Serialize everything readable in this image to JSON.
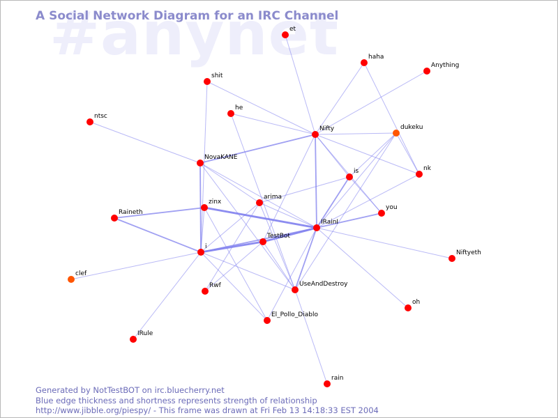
{
  "watermark": "#anynet",
  "title": "A Social Network Diagram for an IRC Channel",
  "footer": {
    "line1": "Generated by NotTestBOT on irc.bluecherry.net",
    "line2": "Blue edge thickness and shortness represents strength of relationship",
    "line3": "http://www.jibble.org/piespy/ - This frame was drawn at Fri Feb 13 14:18:33 EST 2004"
  },
  "colors": {
    "node": "#ff0000",
    "node_recent": "#ff5500",
    "edge": "#8080ee",
    "title": "#8b8bcc",
    "footer": "#6b6bb8",
    "watermark": "#eeeefb"
  },
  "nodes": [
    {
      "id": "et",
      "label": "et"
    },
    {
      "id": "haha",
      "label": "haha"
    },
    {
      "id": "Anything",
      "label": "Anything"
    },
    {
      "id": "shit",
      "label": "shit"
    },
    {
      "id": "he",
      "label": "he"
    },
    {
      "id": "ntsc",
      "label": "ntsc"
    },
    {
      "id": "Nifty",
      "label": "Nifty"
    },
    {
      "id": "dukeku",
      "label": "dukeku",
      "recent": true
    },
    {
      "id": "NovaKANE",
      "label": "NovaKANE"
    },
    {
      "id": "is",
      "label": "is"
    },
    {
      "id": "nk",
      "label": "nk"
    },
    {
      "id": "arima",
      "label": "arima"
    },
    {
      "id": "zinx",
      "label": "zinx"
    },
    {
      "id": "Raineth",
      "label": "Raineth"
    },
    {
      "id": "you",
      "label": "you"
    },
    {
      "id": "IRainI",
      "label": "IRainI"
    },
    {
      "id": "TestBot",
      "label": "TestBot"
    },
    {
      "id": "i",
      "label": "i"
    },
    {
      "id": "Niftyeth",
      "label": "Niftyeth"
    },
    {
      "id": "clef",
      "label": "clef",
      "recent": true
    },
    {
      "id": "Rwf",
      "label": "Rwf"
    },
    {
      "id": "UseAndDestroy",
      "label": "UseAndDestroy"
    },
    {
      "id": "oh",
      "label": "oh"
    },
    {
      "id": "El_Pollo_Diablo",
      "label": "El_Pollo_Diablo"
    },
    {
      "id": "IRule",
      "label": "IRule"
    },
    {
      "id": "rain",
      "label": "rain"
    }
  ],
  "edges": [
    {
      "source": "et",
      "target": "Nifty",
      "weight": 1
    },
    {
      "source": "haha",
      "target": "Nifty",
      "weight": 1
    },
    {
      "source": "haha",
      "target": "nk",
      "weight": 1
    },
    {
      "source": "Anything",
      "target": "Nifty",
      "weight": 1
    },
    {
      "source": "shit",
      "target": "Nifty",
      "weight": 1
    },
    {
      "source": "shit",
      "target": "i",
      "weight": 1
    },
    {
      "source": "he",
      "target": "Nifty",
      "weight": 1
    },
    {
      "source": "he",
      "target": "UseAndDestroy",
      "weight": 1
    },
    {
      "source": "ntsc",
      "target": "NovaKANE",
      "weight": 1
    },
    {
      "source": "Nifty",
      "target": "NovaKANE",
      "weight": 2
    },
    {
      "source": "Nifty",
      "target": "dukeku",
      "weight": 1
    },
    {
      "source": "Nifty",
      "target": "is",
      "weight": 1
    },
    {
      "source": "Nifty",
      "target": "nk",
      "weight": 1
    },
    {
      "source": "Nifty",
      "target": "IRainI",
      "weight": 2
    },
    {
      "source": "Nifty",
      "target": "TestBot",
      "weight": 1
    },
    {
      "source": "Nifty",
      "target": "you",
      "weight": 1
    },
    {
      "source": "dukeku",
      "target": "nk",
      "weight": 1
    },
    {
      "source": "dukeku",
      "target": "is",
      "weight": 1
    },
    {
      "source": "dukeku",
      "target": "IRainI",
      "weight": 1
    },
    {
      "source": "dukeku",
      "target": "UseAndDestroy",
      "weight": 1
    },
    {
      "source": "NovaKANE",
      "target": "i",
      "weight": 2
    },
    {
      "source": "NovaKANE",
      "target": "arima",
      "weight": 1
    },
    {
      "source": "NovaKANE",
      "target": "UseAndDestroy",
      "weight": 1
    },
    {
      "source": "NovaKANE",
      "target": "IRainI",
      "weight": 1
    },
    {
      "source": "is",
      "target": "arima",
      "weight": 1
    },
    {
      "source": "is",
      "target": "IRainI",
      "weight": 2
    },
    {
      "source": "is",
      "target": "you",
      "weight": 1
    },
    {
      "source": "nk",
      "target": "IRainI",
      "weight": 1
    },
    {
      "source": "arima",
      "target": "i",
      "weight": 1
    },
    {
      "source": "arima",
      "target": "UseAndDestroy",
      "weight": 1
    },
    {
      "source": "arima",
      "target": "Rwf",
      "weight": 1
    },
    {
      "source": "zinx",
      "target": "IRainI",
      "weight": 3
    },
    {
      "source": "zinx",
      "target": "i",
      "weight": 1
    },
    {
      "source": "zinx",
      "target": "El_Pollo_Diablo",
      "weight": 1
    },
    {
      "source": "Raineth",
      "target": "i",
      "weight": 2
    },
    {
      "source": "Raineth",
      "target": "zinx",
      "weight": 2
    },
    {
      "source": "you",
      "target": "IRainI",
      "weight": 2
    },
    {
      "source": "IRainI",
      "target": "TestBot",
      "weight": 3
    },
    {
      "source": "IRainI",
      "target": "i",
      "weight": 2
    },
    {
      "source": "IRainI",
      "target": "UseAndDestroy",
      "weight": 2
    },
    {
      "source": "IRainI",
      "target": "Niftyeth",
      "weight": 1
    },
    {
      "source": "IRainI",
      "target": "oh",
      "weight": 1
    },
    {
      "source": "IRainI",
      "target": "El_Pollo_Diablo",
      "weight": 1
    },
    {
      "source": "IRainI",
      "target": "arima",
      "weight": 1
    },
    {
      "source": "TestBot",
      "target": "i",
      "weight": 3
    },
    {
      "source": "TestBot",
      "target": "UseAndDestroy",
      "weight": 1
    },
    {
      "source": "TestBot",
      "target": "Rwf",
      "weight": 1
    },
    {
      "source": "i",
      "target": "clef",
      "weight": 1
    },
    {
      "source": "i",
      "target": "IRule",
      "weight": 1
    },
    {
      "source": "i",
      "target": "UseAndDestroy",
      "weight": 1
    },
    {
      "source": "i",
      "target": "El_Pollo_Diablo",
      "weight": 1
    },
    {
      "source": "UseAndDestroy",
      "target": "rain",
      "weight": 1
    }
  ]
}
